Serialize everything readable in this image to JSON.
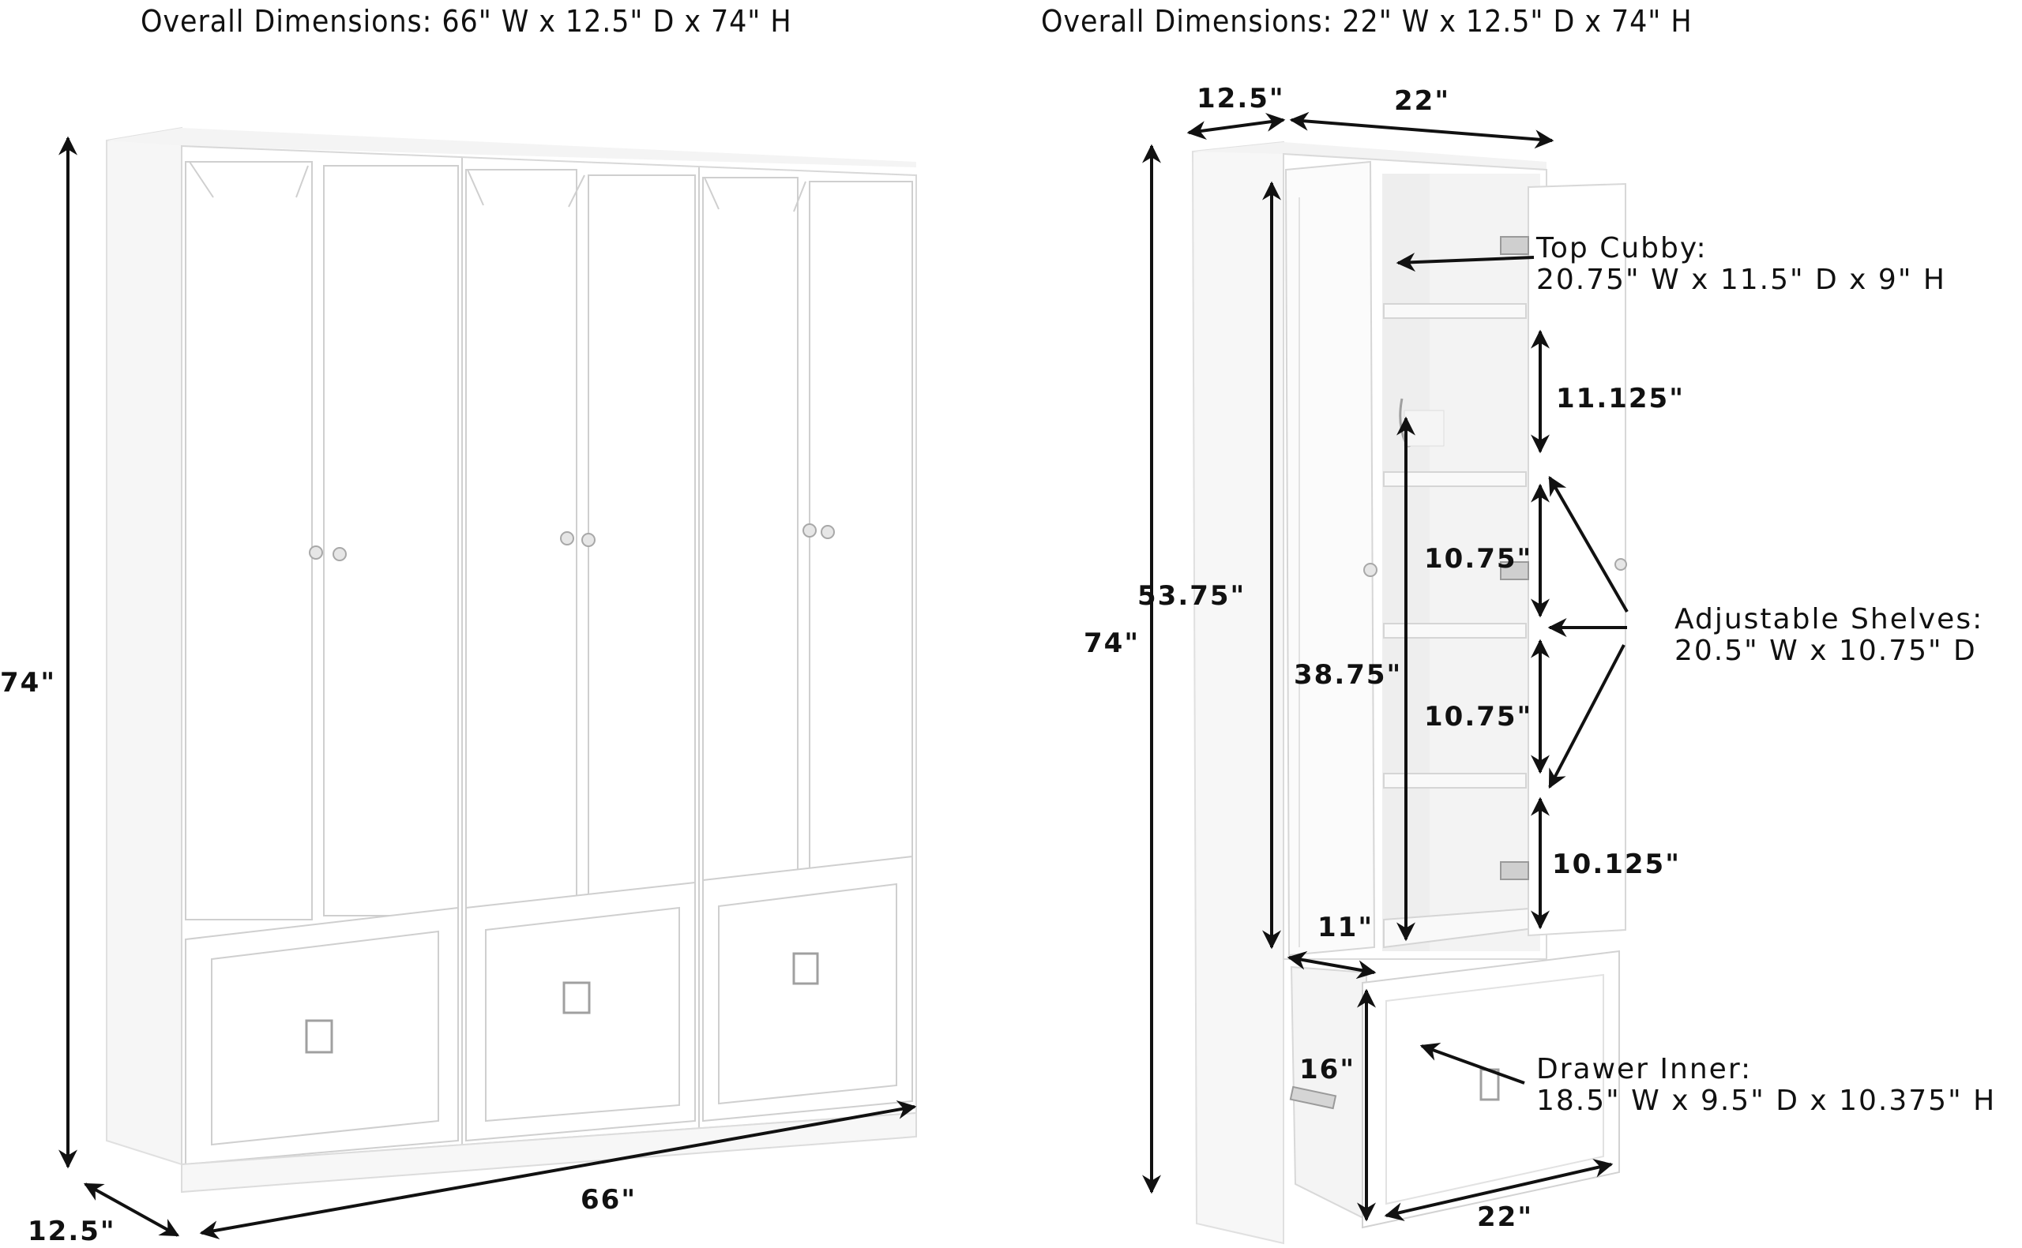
{
  "left_view": {
    "title": "Overall Dimensions: 66\" W x 12.5\" D x 74\" H",
    "dimensions": {
      "height": "74\"",
      "depth": "12.5\"",
      "width": "66\""
    },
    "units": 3,
    "doors_per_unit": 2,
    "drawers_per_unit": 1
  },
  "right_view": {
    "title": "Overall Dimensions: 22\" W x 12.5\" D x 74\" H",
    "dimensions": {
      "depth_top": "12.5\"",
      "width_top": "22\"",
      "overall_height": "74\"",
      "door_height": "53.75\"",
      "interior_height": "38.75\"",
      "shelf_gap_top": "11.125\"",
      "shelf_gap_mid1": "10.75\"",
      "shelf_gap_mid2": "10.75\"",
      "shelf_gap_bottom": "10.125\"",
      "interior_depth": "11\"",
      "drawer_height": "16\"",
      "drawer_width": "22\""
    },
    "callouts": {
      "top_cubby": {
        "label": "Top Cubby:",
        "value": "20.75\" W x 11.5\" D x 9\" H"
      },
      "adjustable_shelves": {
        "label": "Adjustable Shelves:",
        "value": "20.5\" W x 10.75\" D"
      },
      "drawer_inner": {
        "label": "Drawer Inner:",
        "value": "18.5\" W x 9.5\" D x 10.375\" H"
      }
    }
  },
  "colors": {
    "background": "#ffffff",
    "cabinet": "#ffffff",
    "cabinet_shade": "#f2f2f2",
    "interior": "#ececec",
    "outline": "#d0d0d0",
    "arrow": "#111111",
    "hardware": "#b8b8b8"
  }
}
